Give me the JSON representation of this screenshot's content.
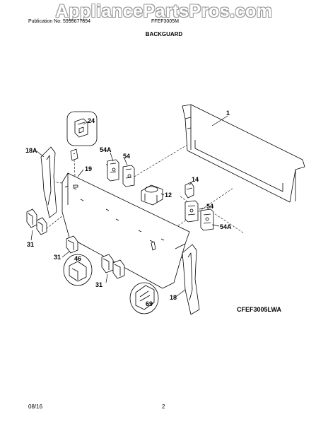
{
  "watermark": "AppliancePartsPros.com",
  "header": {
    "publication": "Publication No: 5995677894",
    "model": "FFEF3005M"
  },
  "section_title": "BACKGUARD",
  "callouts": {
    "c1": "1",
    "c24": "24",
    "c18a": "18A",
    "c54a_top": "54A",
    "c54_top": "54",
    "c19": "19",
    "c14": "14",
    "c12": "12",
    "c54_right": "54",
    "c54a_right": "54A",
    "c31_left": "31",
    "c31_mid": "31",
    "c46": "46",
    "c31_bottom": "31",
    "c18": "18",
    "c69": "69"
  },
  "model_code": "CFEF3005LWA",
  "footer": {
    "date": "08/16",
    "page": "2"
  }
}
